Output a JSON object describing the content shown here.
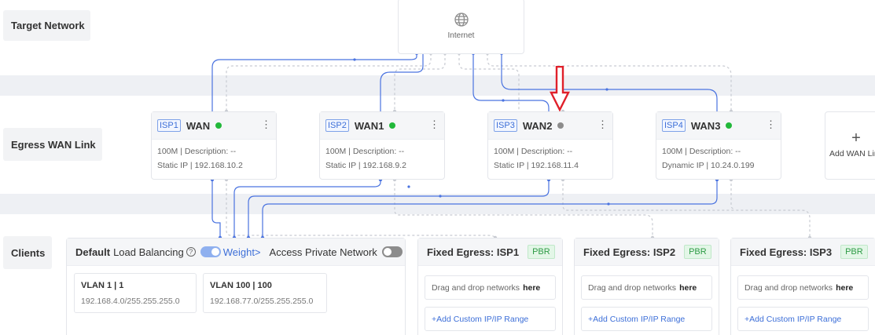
{
  "rows": {
    "target_network": "Target Network",
    "egress_wan_link": "Egress WAN Link",
    "clients": "Clients"
  },
  "internet": {
    "label": "Internet",
    "icon": "globe-icon"
  },
  "wans": [
    {
      "isp": "ISP1",
      "name": "WAN",
      "status": "online",
      "status_color": "#22b83a",
      "line1": "100M | Description: --",
      "line2": "Static IP | 192.168.10.2"
    },
    {
      "isp": "ISP2",
      "name": "WAN1",
      "status": "online",
      "status_color": "#22b83a",
      "line1": "100M | Description: --",
      "line2": "Static IP | 192.168.9.2"
    },
    {
      "isp": "ISP3",
      "name": "WAN2",
      "status": "offline",
      "status_color": "#8c8c8c",
      "line1": "100M | Description: --",
      "line2": "Static IP | 192.168.11.4"
    },
    {
      "isp": "ISP4",
      "name": "WAN3",
      "status": "online",
      "status_color": "#22b83a",
      "line1": "100M | Description: --",
      "line2": "Dynamic IP | 10.24.0.199"
    }
  ],
  "more_icon": "⋮",
  "add_wan": {
    "plus": "+",
    "label": "Add WAN Link"
  },
  "default_panel": {
    "title": "Default",
    "mode": "Load Balancing",
    "help": "?",
    "weight": "Weight>",
    "private": "Access Private Network",
    "load_balancing_on": true,
    "private_network_on": false,
    "vlans": [
      {
        "name": "VLAN 1 | 1",
        "subnet": "192.168.4.0/255.255.255.0"
      },
      {
        "name": "VLAN 100 | 100",
        "subnet": "192.168.77.0/255.255.255.0"
      }
    ]
  },
  "fixed_panels": [
    {
      "title": "Fixed Egress: ISP1",
      "badge": "PBR",
      "drop_text": "Drag and drop networks",
      "drop_here": "here",
      "add_range": "+Add Custom IP/IP Range"
    },
    {
      "title": "Fixed Egress: ISP2",
      "badge": "PBR",
      "drop_text": "Drag and drop networks",
      "drop_here": "here",
      "add_range": "+Add Custom IP/IP Range"
    },
    {
      "title": "Fixed Egress: ISP3",
      "badge": "PBR",
      "drop_text": "Drag and drop networks",
      "drop_here": "here",
      "add_range": "+Add Custom IP/IP Range"
    }
  ],
  "colors": {
    "link_active": "#4a73e0",
    "link_inactive": "#c8cbd2",
    "annotation_arrow": "#e0202a"
  }
}
